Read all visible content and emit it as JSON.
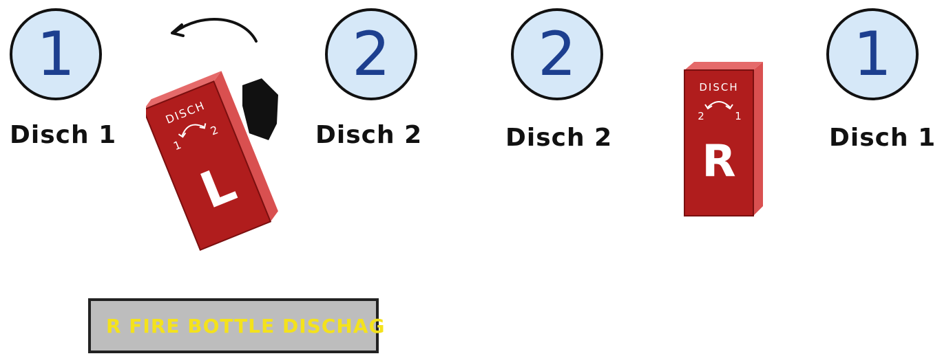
{
  "labels": {
    "far_left_circle": "1",
    "center_left_circle": "2",
    "center_right_circle": "2",
    "far_right_circle": "1",
    "far_left_caption": "Disch 1",
    "center_left_caption": "Disch 2",
    "center_right_caption": "Disch 2",
    "far_right_caption": "Disch 1"
  },
  "left_handle": {
    "header": "DISCH",
    "pos_1": "1",
    "pos_2": "2",
    "letter": "L"
  },
  "right_handle": {
    "header": "DISCH",
    "pos_2": "2",
    "pos_1": "1",
    "letter": "R"
  },
  "status": {
    "text": "R FIRE BOTTLE DISCHAG"
  },
  "colors": {
    "handle_red": "#b01d1d",
    "circle_fill": "#d6e8f8",
    "circle_digit": "#1d3f8f",
    "status_bg": "#bdbdbd",
    "status_text": "#f4e21c"
  },
  "icons": {
    "rotation_arrow": "curved-arrow-left-icon",
    "handle_knob": "black-knob"
  }
}
